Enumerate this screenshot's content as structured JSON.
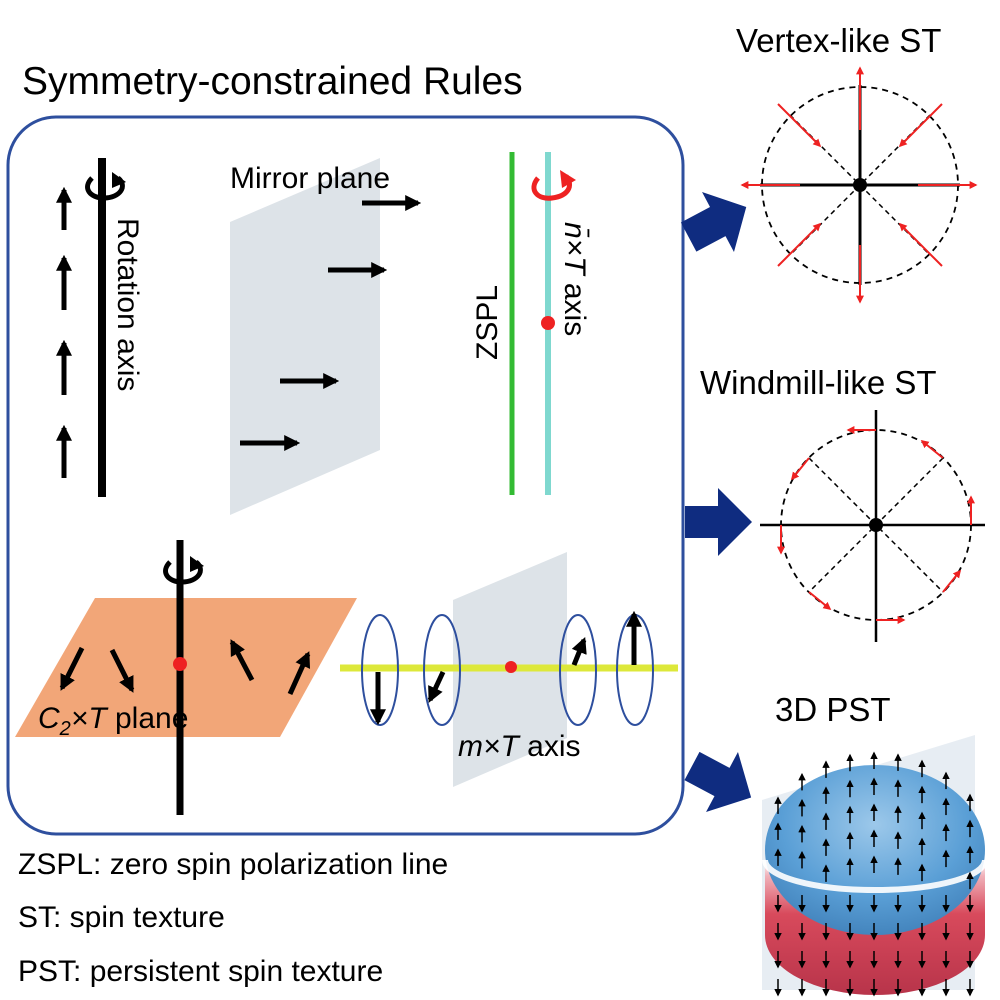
{
  "title": "Symmetry-constrained Rules",
  "labels": {
    "rotation_axis": "Rotation axis",
    "mirror_plane": "Mirror plane",
    "zspl": "ZSPL",
    "nT_axis_sym": "n̄×T",
    "nT_axis_word": " axis",
    "c2T_plane_sym": "C",
    "c2T_plane_sub": "2",
    "c2T_plane_rest": "×T",
    "c2T_plane_word": " plane",
    "mT_axis_sym": "m×T",
    "mT_axis_word": " axis"
  },
  "panels": {
    "vertex": "Vertex-like ST",
    "windmill": "Windmill-like ST",
    "pst": "3D PST"
  },
  "legend": [
    "ZSPL: zero spin polarization line",
    "ST: spin texture",
    "PST: persistent spin texture"
  ],
  "colors": {
    "frame": "#2e4f9e",
    "arrow_blue": "#0f2c80",
    "red": "#ee2222",
    "green": "#33bb33",
    "cyan": "#7fd8cf",
    "plane_gray": "#dde3e8",
    "orange_plane": "#f2a678",
    "yellow_axis": "#dde83a",
    "sphere_blue": "#5a9fd6",
    "sphere_red": "#d84a5c"
  }
}
